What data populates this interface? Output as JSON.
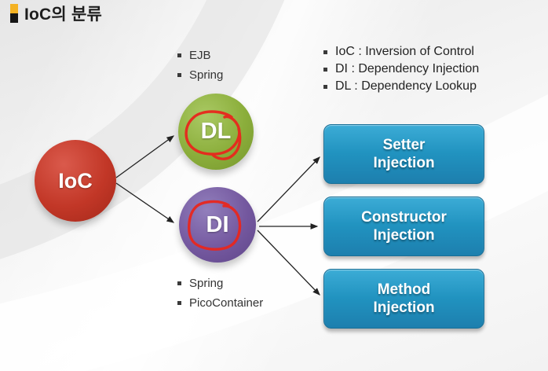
{
  "title": {
    "text": "IoC의 분류"
  },
  "legend": {
    "items": [
      "IoC : Inversion of Control",
      "DI : Dependency Injection",
      "DL : Dependency Lookup"
    ]
  },
  "dl_examples": {
    "items": [
      "EJB",
      "Spring"
    ]
  },
  "di_examples": {
    "items": [
      "Spring",
      "PicoContainer"
    ]
  },
  "nodes": {
    "ioc": {
      "label": "IoC",
      "color": "#c23727"
    },
    "dl": {
      "label": "DL",
      "color": "#8bae3b"
    },
    "di": {
      "label": "DI",
      "color": "#74589f"
    }
  },
  "boxes": [
    {
      "line1": "Setter",
      "line2": "Injection"
    },
    {
      "line1": "Constructor",
      "line2": "Injection"
    },
    {
      "line1": "Method",
      "line2": "Injection"
    }
  ],
  "colors": {
    "box_blue_top": "#3cacd6",
    "box_blue_bottom": "#1d7fae",
    "annotation_red": "#e8271d",
    "title_bar_yellow": "#f4b223",
    "title_bar_black": "#161616",
    "arrow": "#222222",
    "background": "#efefef"
  },
  "icons": {
    "bullet": "square-bullet",
    "dl_annotation": "hand-drawn-red-circle",
    "di_annotation": "hand-drawn-red-circle"
  }
}
